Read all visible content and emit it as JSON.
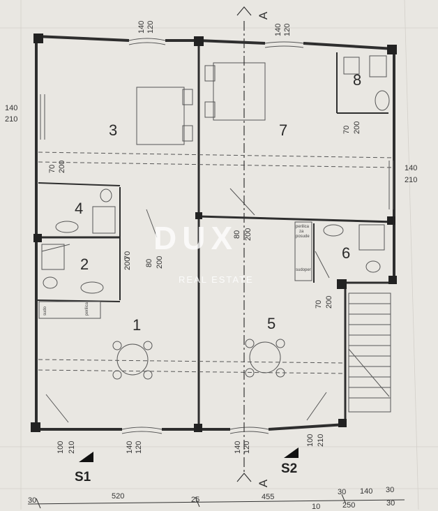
{
  "rooms": [
    "1",
    "2",
    "3",
    "4",
    "5",
    "6",
    "7",
    "8"
  ],
  "window_dims": {
    "top_left": [
      "140",
      "120"
    ],
    "top_right": [
      "140",
      "120"
    ],
    "bottom_left": [
      "140",
      "120"
    ],
    "bottom_right": [
      "140",
      "120"
    ],
    "left_side": [
      "140",
      "210"
    ],
    "right_side": [
      "140",
      "210"
    ]
  },
  "door_dims": {
    "d_room4": [
      "70",
      "200"
    ],
    "d_room2": [
      "70",
      "200"
    ],
    "d_hall": [
      "80",
      "200"
    ],
    "d_center": [
      "80",
      "200"
    ],
    "d_room8": [
      "70",
      "200"
    ],
    "d_stair": [
      "70",
      "200"
    ],
    "d_bottom_left": [
      "100",
      "210"
    ],
    "d_bottom_right": [
      "100",
      "210"
    ]
  },
  "section_marks": {
    "a_top": "A",
    "a_bottom": "A",
    "s1": "S1",
    "s2": "S2"
  },
  "bottom_dimensions": [
    "30",
    "520",
    "25",
    "455",
    "30",
    "140",
    "30",
    "250",
    "10",
    "30"
  ],
  "kitchen_labels": {
    "left": [
      "sudo",
      "perilica"
    ],
    "right_a": [
      "perilica",
      "za",
      "posude"
    ],
    "right_b": "sudoper"
  },
  "watermark": {
    "brand": "DUX",
    "sub": "REAL ESTATE"
  }
}
